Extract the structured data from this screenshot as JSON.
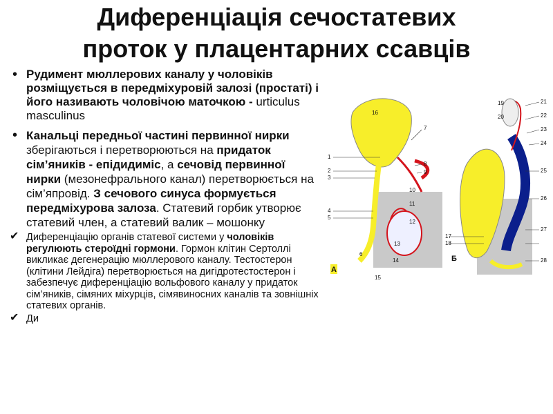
{
  "slide": {
    "title_line1": "Диференціація сечостатевих",
    "title_line2": "проток у плацентарних ссавців",
    "bullet1": {
      "marker": "•",
      "t1": "Рудимент мюллерових каналу у чоловіків розміщується в передміхуровій залозі (простаті) і його називають чоловічою маточкою - ",
      "t2": "urticulus masculinus"
    },
    "bullet2": {
      "marker": "•",
      "t1": " Канальці передньої частині первинної нирки",
      "t2": " зберігаються і перетворюються на ",
      "t3": "придаток сім’яників - епідидиміс",
      "t4": ", а ",
      "t5": "сечовід первинної нирки",
      "t6": " (мезонефрального канал) перетворюється на сім’япровід. ",
      "t7": "З сечового синуса формується передміхурова залоза",
      "t8": ". Статевий горбик утворює статевий член, а статевий валик – мошонку"
    },
    "bullet3": {
      "marker": "✔",
      "t1": "Диференціацію органів статевої системи у ",
      "t2": "чоловіків регулюють стероїдні гормони",
      "t3": ". Гормон клітин Сертоллі викликає дегенерацію мюллерового каналу. Тестостерон (клітини Лейдіга) перетворюється на дигідротестостерон і забезпечує диференціацію вольфового каналу у придаток сім’яників, сімяних міхурців, сімявиносних каналів та зовнішніх статевих органів."
    },
    "bullet4": {
      "marker": "✔",
      "t1": "Ди"
    }
  },
  "figure": {
    "panel_a_label": "А",
    "panel_b_label": "Б",
    "colors": {
      "yellow": "#f7ee2a",
      "blue": "#0b1f8c",
      "red": "#d4141c",
      "gray": "#c9c9c9"
    },
    "numbers": [
      "1",
      "2",
      "3",
      "4",
      "5",
      "6",
      "7",
      "8",
      "9",
      "10",
      "11",
      "12",
      "13",
      "14",
      "15",
      "16",
      "17",
      "18",
      "19",
      "20",
      "21",
      "22",
      "23",
      "24",
      "25",
      "26",
      "27",
      "28"
    ]
  }
}
